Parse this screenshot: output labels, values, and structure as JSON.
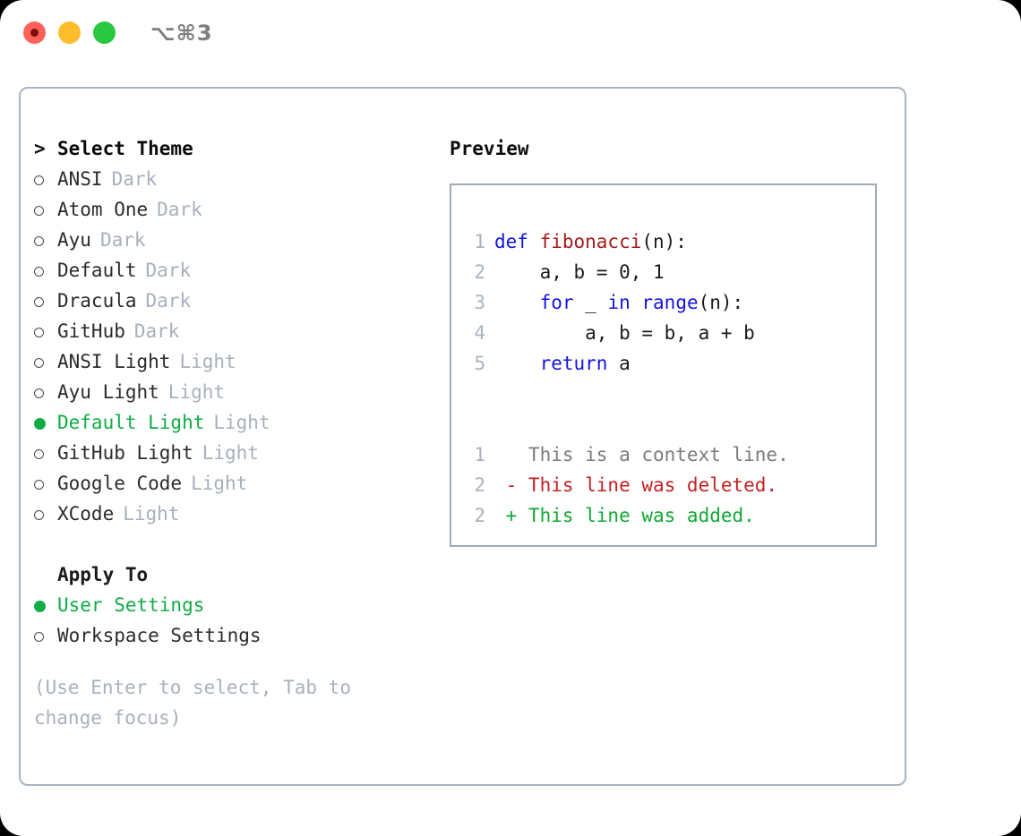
{
  "titlebar": {
    "shortcut": "⌥⌘3",
    "lights": [
      "close",
      "minimize",
      "maximize"
    ]
  },
  "theme_picker": {
    "header_marker": ">",
    "header_label": "Select Theme",
    "items": [
      {
        "marker": "○",
        "name": "ANSI",
        "meta": "Dark",
        "selected": false
      },
      {
        "marker": "○",
        "name": "Atom One",
        "meta": "Dark",
        "selected": false
      },
      {
        "marker": "○",
        "name": "Ayu",
        "meta": "Dark",
        "selected": false
      },
      {
        "marker": "○",
        "name": "Default",
        "meta": "Dark",
        "selected": false
      },
      {
        "marker": "○",
        "name": "Dracula",
        "meta": "Dark",
        "selected": false
      },
      {
        "marker": "○",
        "name": "GitHub",
        "meta": "Dark",
        "selected": false
      },
      {
        "marker": "○",
        "name": "ANSI Light",
        "meta": "Light",
        "selected": false
      },
      {
        "marker": "○",
        "name": "Ayu Light",
        "meta": "Light",
        "selected": false
      },
      {
        "marker": "●",
        "name": "Default Light",
        "meta": "Light",
        "selected": true
      },
      {
        "marker": "○",
        "name": "GitHub Light",
        "meta": "Light",
        "selected": false
      },
      {
        "marker": "○",
        "name": "Google Code",
        "meta": "Light",
        "selected": false
      },
      {
        "marker": "○",
        "name": "XCode",
        "meta": "Light",
        "selected": false
      }
    ]
  },
  "apply_to": {
    "title": "Apply To",
    "options": [
      {
        "marker": "●",
        "name": "User Settings",
        "selected": true
      },
      {
        "marker": "○",
        "name": "Workspace Settings",
        "selected": false
      }
    ]
  },
  "footer_hint": "(Use Enter to select, Tab to change focus)",
  "preview": {
    "title": "Preview",
    "code_lines": [
      {
        "num": "1",
        "tokens": [
          {
            "text": "def ",
            "style": "kw"
          },
          {
            "text": "fibonacci",
            "style": "fn"
          },
          {
            "text": "(n):",
            "style": "plain"
          }
        ]
      },
      {
        "num": "2",
        "tokens": [
          {
            "text": "    a, b = 0, 1",
            "style": "plain"
          }
        ]
      },
      {
        "num": "3",
        "tokens": [
          {
            "text": "    ",
            "style": "plain"
          },
          {
            "text": "for ",
            "style": "kw"
          },
          {
            "text": "_ ",
            "style": "plain"
          },
          {
            "text": "in ",
            "style": "kw"
          },
          {
            "text": "range",
            "style": "kw"
          },
          {
            "text": "(n):",
            "style": "plain"
          }
        ]
      },
      {
        "num": "4",
        "tokens": [
          {
            "text": "        a, b = b, a + b",
            "style": "plain"
          }
        ]
      },
      {
        "num": "5",
        "tokens": [
          {
            "text": "    ",
            "style": "plain"
          },
          {
            "text": "return ",
            "style": "kw"
          },
          {
            "text": "a",
            "style": "plain"
          }
        ]
      }
    ],
    "diff_lines": [
      {
        "num": "1",
        "tokens": [
          {
            "text": "   This is a context line.",
            "style": "ctx"
          }
        ]
      },
      {
        "num": "2",
        "tokens": [
          {
            "text": " - This line was deleted.",
            "style": "del"
          }
        ]
      },
      {
        "num": "2",
        "tokens": [
          {
            "text": " + This line was added.",
            "style": "add"
          }
        ]
      }
    ]
  },
  "colors": {
    "accent_green": "#0fad43",
    "muted_gray": "#a8b0bb",
    "keyword_blue": "#1414e0",
    "function_red": "#a61b1b",
    "diff_added": "#12a834",
    "diff_deleted": "#c22222",
    "border": "#a9b4c0",
    "light_red": "#ff6159",
    "light_yellow": "#ffbd2e",
    "light_green": "#28c840"
  }
}
